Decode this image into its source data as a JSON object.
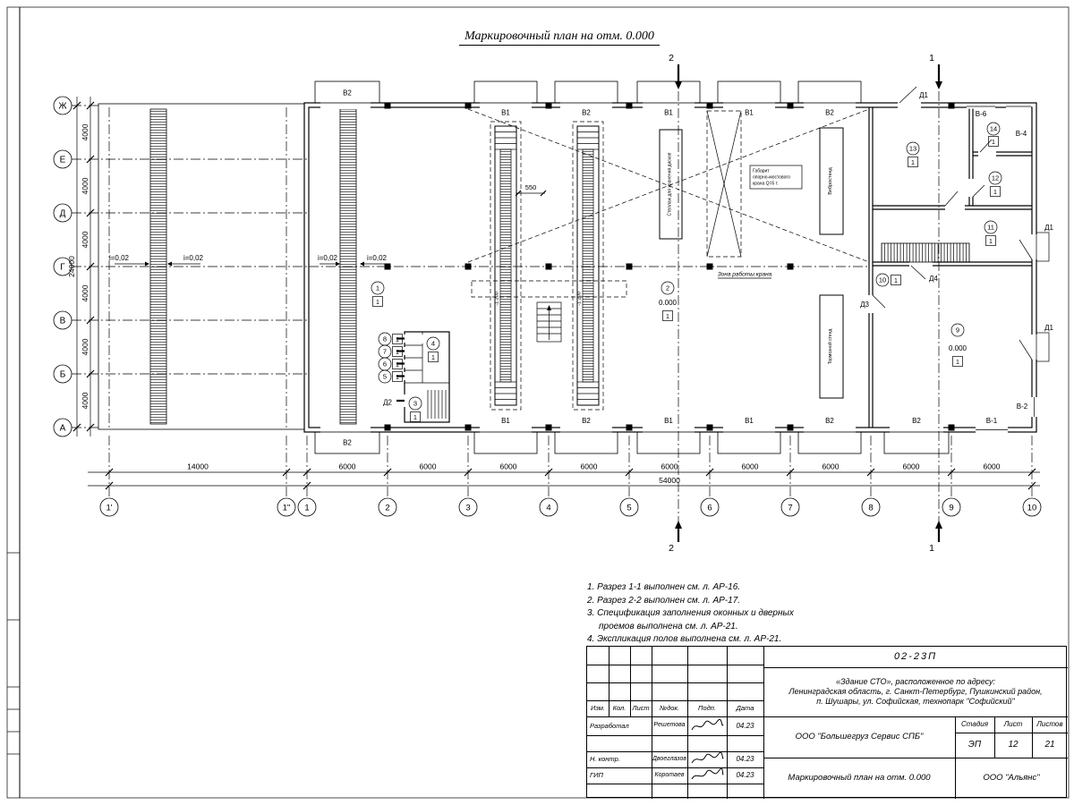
{
  "page": {
    "title": "Маркировочный план на отм. 0.000"
  },
  "axes": {
    "rows": [
      "Ж",
      "Е",
      "Д",
      "Г",
      "В",
      "Б",
      "А"
    ],
    "row_dims": [
      "4000",
      "4000",
      "4000",
      "4000",
      "4000",
      "4000"
    ],
    "row_total": "24000",
    "cols": [
      "1'",
      "1\"",
      "1",
      "2",
      "3",
      "4",
      "5",
      "6",
      "7",
      "8",
      "9",
      "10"
    ],
    "col_dims": [
      "14000",
      "6000",
      "6000",
      "6000",
      "6000",
      "6000",
      "6000",
      "6000",
      "6000",
      "6000"
    ],
    "col_total": "54000"
  },
  "sections": {
    "cut2": "2",
    "cut1": "1"
  },
  "slopes": [
    "i=0,02",
    "i=0,02",
    "i=0,02",
    "i=0,02"
  ],
  "openings": {
    "top_gate": "В2",
    "top_row": [
      "В1",
      "В2",
      "В1",
      "В1",
      "В2"
    ],
    "bottom_row": [
      "В1",
      "В2",
      "В1",
      "В1",
      "В2"
    ],
    "bottom_gate": "В2",
    "bottom_right_gate": "В2",
    "bottom_right_win": "В-1",
    "door_top": "Д1",
    "win_top_1": "В-6",
    "win_top_2": "В-4",
    "door_right_1": "Д1",
    "door_right_2": "Д1",
    "win_right": "В-2",
    "door_d2": "Д2",
    "door_d3": "Д3",
    "door_d4": "Д4"
  },
  "rooms": {
    "r1": "1",
    "r2": "2",
    "r3": "3",
    "r4": "4",
    "r5": "5",
    "r6": "6",
    "r7": "7",
    "r8": "8",
    "r9": "9",
    "r10": "10",
    "r11": "11",
    "r12": "12",
    "r13": "13",
    "r14": "14"
  },
  "marks": {
    "floor_mark": "1",
    "elev_main": "0.000",
    "elev_right": "0.000",
    "dim550": "550",
    "depth": "-1.200",
    "crane_zone": "Зона работы крана",
    "crane_label": [
      "Габарит",
      "опорно-мостового",
      "крана Q=5 т."
    ],
    "equip_shelf": "Стеллаж для хранения дисков",
    "equip_vibro": "Вибростенд",
    "equip_brake": "Тормозной стенд"
  },
  "notes": {
    "line1": "1. Разрез 1-1 выполнен см. л. АР-16.",
    "line2": "2. Разрез 2-2 выполнен см. л. АР-17.",
    "line3": "3. Спецификация заполнения оконных и дверных",
    "line3b": "проемов выполнена см. л. АР-21.",
    "line4": "4. Экспликация полов выполнена см. л. АР-21."
  },
  "titleblock": {
    "doc_number": "02-23П",
    "object_line1": "«Здание СТО», расположенное по адресу:",
    "object_line2": "Ленинградская область, г. Санкт-Петербург, Пушкинский район,",
    "object_line3": "п. Шушары, ул. Софийская, технопарк \"Софийский\"",
    "rev_headers": [
      "Изм.",
      "Кол.",
      "Лист",
      "№док.",
      "Подп.",
      "Дата"
    ],
    "row1_role": "Разработал",
    "row1_name": "Решетова",
    "row1_date": "04.23",
    "row2_role": "Н. контр.",
    "row2_name": "Двоеглазов",
    "row2_date": "04.23",
    "row3_role": "ГИП",
    "row3_name": "Коротаев",
    "row3_date": "04.23",
    "company": "ООО \"Большегруз Сервис СПБ\"",
    "stage_headers": [
      "Стадия",
      "Лист",
      "Листов"
    ],
    "stage": "ЭП",
    "sheet": "12",
    "sheets": "21",
    "sheet_title": "Маркировочный план на отм. 0.000",
    "org": "ООО \"Альянс\""
  }
}
